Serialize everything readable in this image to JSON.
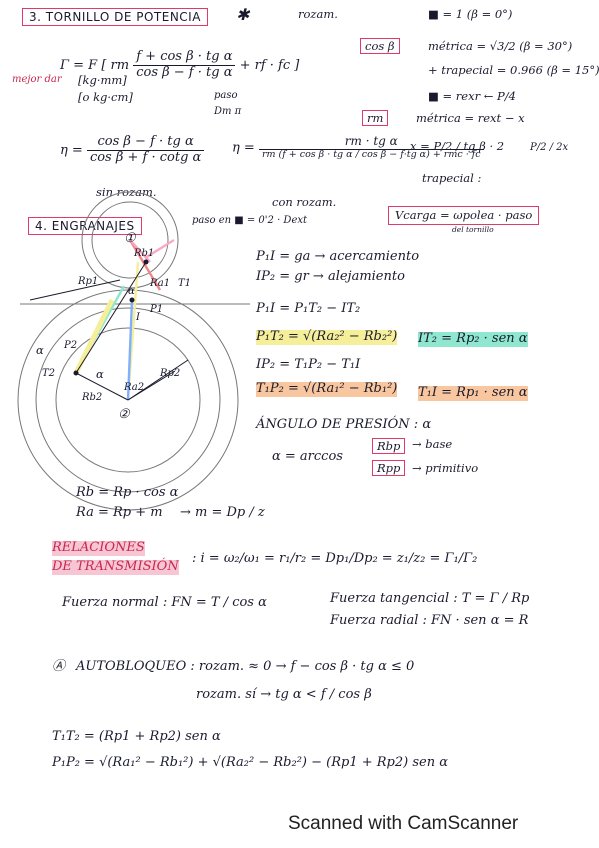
{
  "sec3": {
    "title": "3. TORNILLO DE POTENCIA",
    "num_circle": "✱",
    "rozamiento_arrow": "rozam.",
    "gamma_eq": "Γ = F",
    "gamma_num": "f + cos β · tg α",
    "gamma_den": "cos β − f · tg α",
    "rf_fc": "+ rf · fc",
    "units_a": "[kg·mm]",
    "units_b": "[o kg·cm]",
    "mejor_dar": "mejor dar",
    "paso": "paso",
    "dm_pi": "Dm π",
    "cos_beta_box": "cos β",
    "sq_eq": "■ = 1  (β = 0°)",
    "metrica": "métrica = √3/2 (β = 30°)",
    "trapecial": "+ trapecial = 0.966 (β = 15°)",
    "rexr": "■ = rexr ← P/4",
    "rm_box": "rm",
    "metrica2": "métrica = rext − x",
    "x_eq": "x = P/2 / tg β · 2",
    "p2_2x": "P/2 / 2x",
    "trapecial2": "trapecial :",
    "eta_sin": "η = cos β − f·tg α / cos β + f·cotg α",
    "eta_sin_num": "cos β − f · tg α",
    "eta_sin_den": "cos β + f · cotg α",
    "sin_roz": "sin rozam.",
    "eta_con_num": "rm · tg α",
    "eta_con_den": "rm (f + cos β · tg α / cos β − f·tg α) + rmc · fc",
    "con_roz": "con rozam."
  },
  "sec4": {
    "title": "4. ENGRANAJES",
    "paso_en": "paso en ■ = 0'2 · Dext",
    "v_carga_box": "Vcarga = ωpolea · paso",
    "del_tornillo": "del tornillo",
    "l1": "P₁I = ga → acercamiento",
    "l2": "IP₂ = gr → alejamiento",
    "l3": "P₁I = P₁T₂ − IT₂",
    "l4": "P₁T₂ = √(Ra₂² − Rb₂²)",
    "l4b": "IT₂ = Rp₂ · sen α",
    "l5": "IP₂ = T₁P₂ − T₁I",
    "l6": "T₁P₂ = √(Ra₁² − Rb₁²)",
    "l6b": "T₁I = Rp₁ · sen α",
    "angulo": "ÁNGULO DE PRESIÓN : α",
    "arccos": "α = arccos",
    "rbp": "Rbp",
    "rpp": "Rpp",
    "base": "→ base",
    "primitivo": "→ primitivo",
    "rb": "Rb = Rp · cos α",
    "ra": "Ra = Rp + m",
    "m_eq": "→ m = Dp / z",
    "relaciones": "RELACIONES",
    "transmision": "DE TRANSMISIÓN",
    "i_eq": ": i = ω₂/ω₁ = r₁/r₂ = Dp₁/Dp₂ = z₁/z₂ = Γ₁/Γ₂",
    "fuerza_normal": "Fuerza normal : FN = T / cos α",
    "fuerza_tang": "Fuerza tangencial : T = Γ / Rp",
    "fuerza_radial": "Fuerza radial : FN · sen α = R"
  },
  "diagram": {
    "o1": "①",
    "o2": "②",
    "rb1": "Rb1",
    "rp1": "Rp1",
    "ra1t1": "Ra1",
    "t1": "T1",
    "p1": "P1",
    "p2": "P2",
    "t2": "T2",
    "rb2": "Rb2",
    "ra2": "Ra2",
    "rp2": "Rp2",
    "alpha1": "α",
    "alpha2": "α",
    "alpha3": "α",
    "i": "I"
  },
  "autob": {
    "marker": "Ⓐ",
    "l1": "AUTOBLOQUEO : rozam. ≈ 0  →  f − cos β · tg α ≤ 0",
    "l2": "rozam. sí  →  tg α < f / cos β"
  },
  "bottom": {
    "l1": "T₁T₂ = (Rp1 + Rp2) sen α",
    "l2": "P₁P₂ = √(Ra₁² − Rb₁²) + √(Ra₂² − Rb₂²) − (Rp1 + Rp2) sen α"
  },
  "footer": {
    "scanned": "Scanned with CamScanner"
  },
  "colors": {
    "ink": "#1a1a2e",
    "accent_red": "#e03a6a",
    "highlight_pink": "#f6c6d4",
    "highlight_yellow": "#f5ef9a",
    "highlight_green": "#8fe7cf",
    "highlight_orange": "#f8c7a0"
  }
}
